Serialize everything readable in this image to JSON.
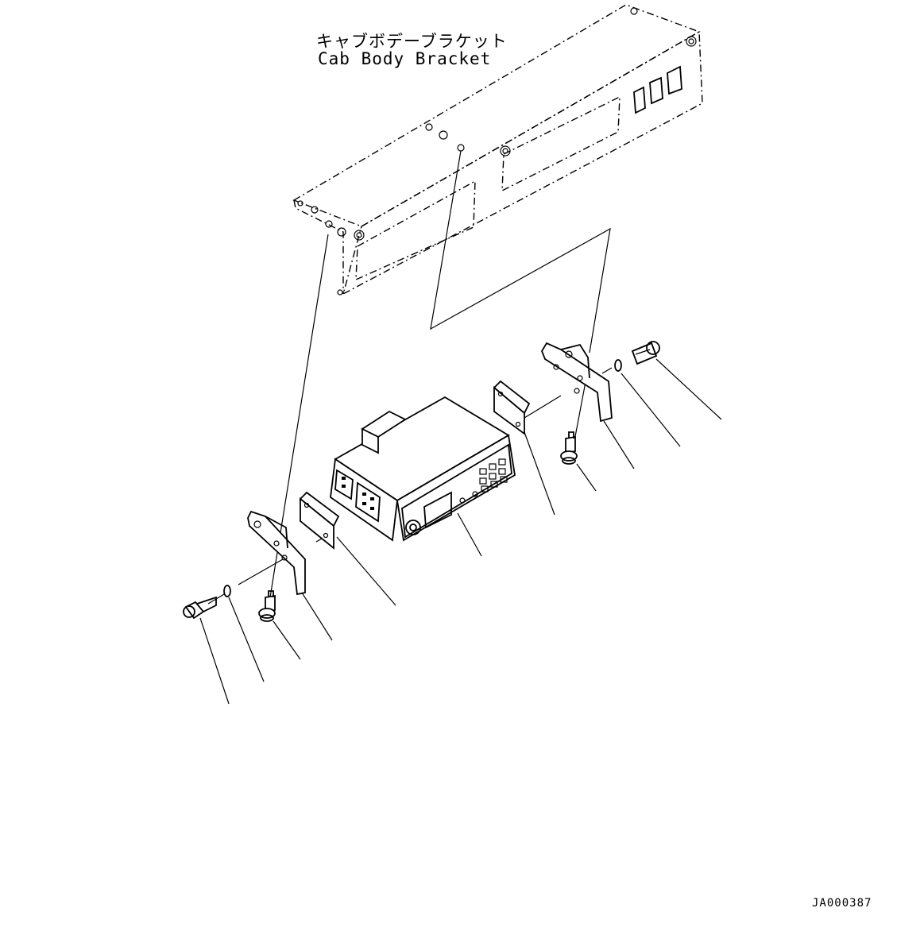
{
  "labels": {
    "cab_body_bracket_jp": "キャブボデーブラケット",
    "cab_body_bracket_en": "Cab Body Bracket"
  },
  "drawing_code": "JA000387"
}
